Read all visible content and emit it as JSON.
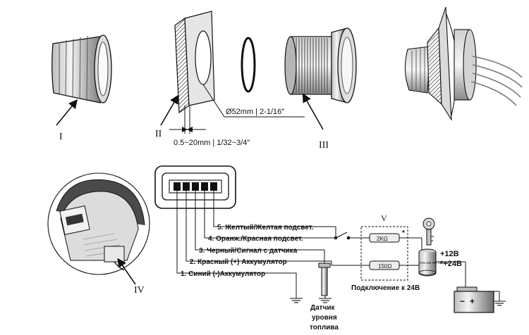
{
  "parts": {
    "part1_label": "I",
    "part2_label": "II",
    "part3_label": "III",
    "part4_label": "IV"
  },
  "dimensions": {
    "diameter": "Ø52mm | 2-1/16″",
    "thickness": "0.5~20mm | 1/32~3/4″"
  },
  "wiring": {
    "wire5": "5. Желтый/Желтая подсвет.",
    "wire4": "4. Оранж./Красная подсвет.",
    "wire3": "3. Черный/Сигнал с датчика",
    "wire2": "2. Красный (+) Аккумулятор",
    "wire1": "1. Синий (-)Аккумулятор"
  },
  "components": {
    "box_label": "V",
    "resistor1": "2KΩ",
    "resistor2": "150Ω",
    "star": "*",
    "v12": "+12В",
    "v24": "*+24В",
    "connect24": "Подключение к 24В",
    "sensor_l1": "Датчик",
    "sensor_l2": "уровня",
    "sensor_l3": "топлива",
    "battery_minus": "−",
    "battery_plus": "+",
    "switch_text": "IGN.SW OR SEP.SW"
  },
  "colors": {
    "line": "#111111",
    "metal_light": "#e6e6e6",
    "metal_dark": "#7a7a7a",
    "hatch": "#333333"
  }
}
